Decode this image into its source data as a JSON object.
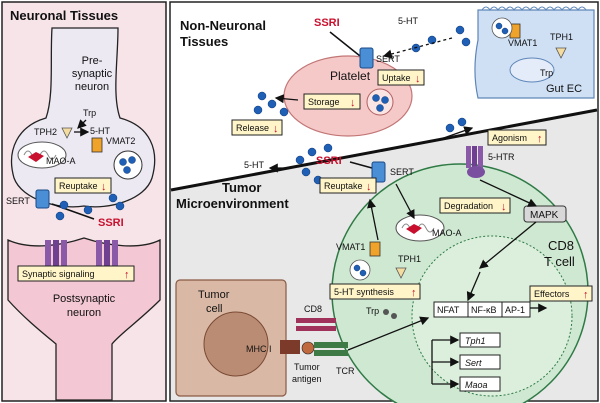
{
  "panels": {
    "neuronal": "Neuronal Tissues",
    "non_neuronal_line1": "Non-Neuronal",
    "non_neuronal_line2": "Tissues",
    "tumor_line1": "Tumor",
    "tumor_line2": "Microenvironment"
  },
  "neuronal": {
    "presynaptic_1": "Pre-",
    "presynaptic_2": "synaptic",
    "presynaptic_3": "neuron",
    "trp": "Trp",
    "tph2": "TPH2",
    "ht": "5-HT",
    "vmat2": "VMAT2",
    "maoa": "MAO-A",
    "reuptake": "Reuptake",
    "sert": "SERT",
    "ssri": "SSRI",
    "synaptic_signaling": "Synaptic signaling",
    "postsynaptic_1": "Postsynaptic",
    "postsynaptic_2": "neuron"
  },
  "non_neuronal": {
    "ssri": "SSRI",
    "ht": "5-HT",
    "sert": "SERT",
    "platelet": "Platelet",
    "uptake": "Uptake",
    "storage": "Storage",
    "release": "Release",
    "vmat1": "VMAT1",
    "tph1": "TPH1",
    "trp": "Trp",
    "gut_ec": "Gut EC"
  },
  "tumor": {
    "ht_left": "5-HT",
    "ssri": "SSRI",
    "reuptake": "Reuptake",
    "sert": "SERT",
    "agonism": "Agonism",
    "htr": "5-HTR",
    "degradation": "Degradation",
    "maoa": "MAO-A",
    "mapk": "MAPK",
    "cd8_line1": "CD8",
    "cd8_line2": "T cell",
    "vmat1": "VMAT1",
    "tph1": "TPH1",
    "synthesis": "5-HT synthesis",
    "trp": "Trp",
    "nfat": "NFAT",
    "nfkb": "NF-κB",
    "ap1": "AP-1",
    "effectors": "Effectors",
    "tph1_gene": "Tph1",
    "sert_gene": "Sert",
    "maoa_gene": "Maoa",
    "tumor_cell_1": "Tumor",
    "tumor_cell_2": "cell",
    "cd8": "CD8",
    "mhc": "MHC I",
    "tumor_antigen_1": "Tumor",
    "tumor_antigen_2": "antigen",
    "tcr": "TCR"
  },
  "colors": {
    "neuron_bg": "#f7e4e9",
    "tumor_bg": "#e8e8e8",
    "tcell": "#cfe8d2",
    "platelet": "#f6c9c9",
    "gut": "#cfe0f5",
    "tumor_cell": "#d9b9a6",
    "dot": "#1f5fb5",
    "ssri": "#c8102e",
    "box": "#fff5c8"
  },
  "icons": [
    "up-arrow-icon",
    "down-arrow-icon",
    "serotonin-dot-icon",
    "sert-transporter-icon",
    "mitochondrion-icon",
    "receptor-icon"
  ]
}
